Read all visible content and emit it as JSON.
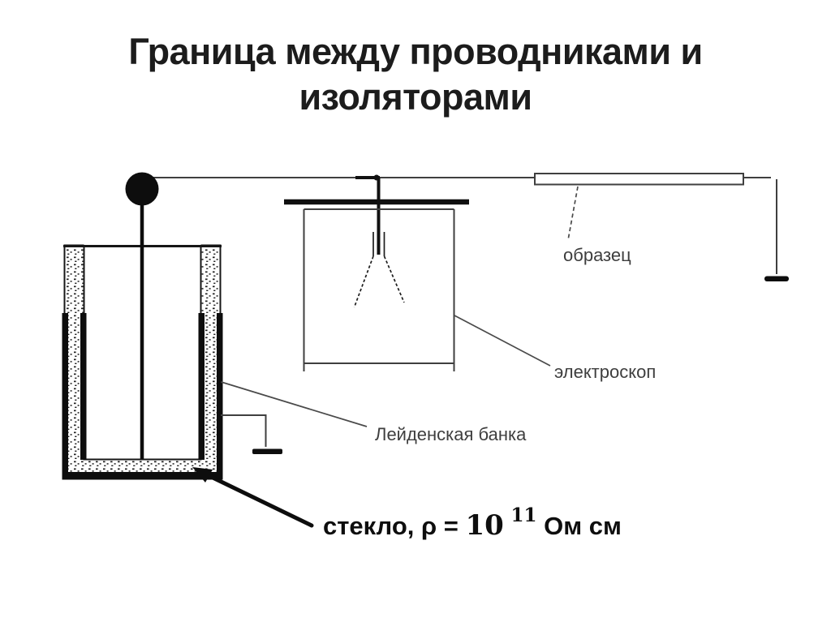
{
  "slide": {
    "title_line1": "Граница между проводниками и",
    "title_line2": "изоляторами",
    "background": "#ffffff"
  },
  "diagram": {
    "labels": {
      "sample": "образец",
      "electroscope": "электроскоп",
      "leyden_jar": "Лейденская банка"
    },
    "formula": {
      "prefix": "стекло, ρ = ",
      "base": "10",
      "exponent": "11",
      "unit": " Ом см"
    },
    "colors": {
      "ink": "#0d0d0d",
      "line_gray": "#3f3f3f",
      "leader_gray": "#4a4a4a",
      "label_text": "#3e3e3e",
      "background": "#ffffff"
    }
  }
}
